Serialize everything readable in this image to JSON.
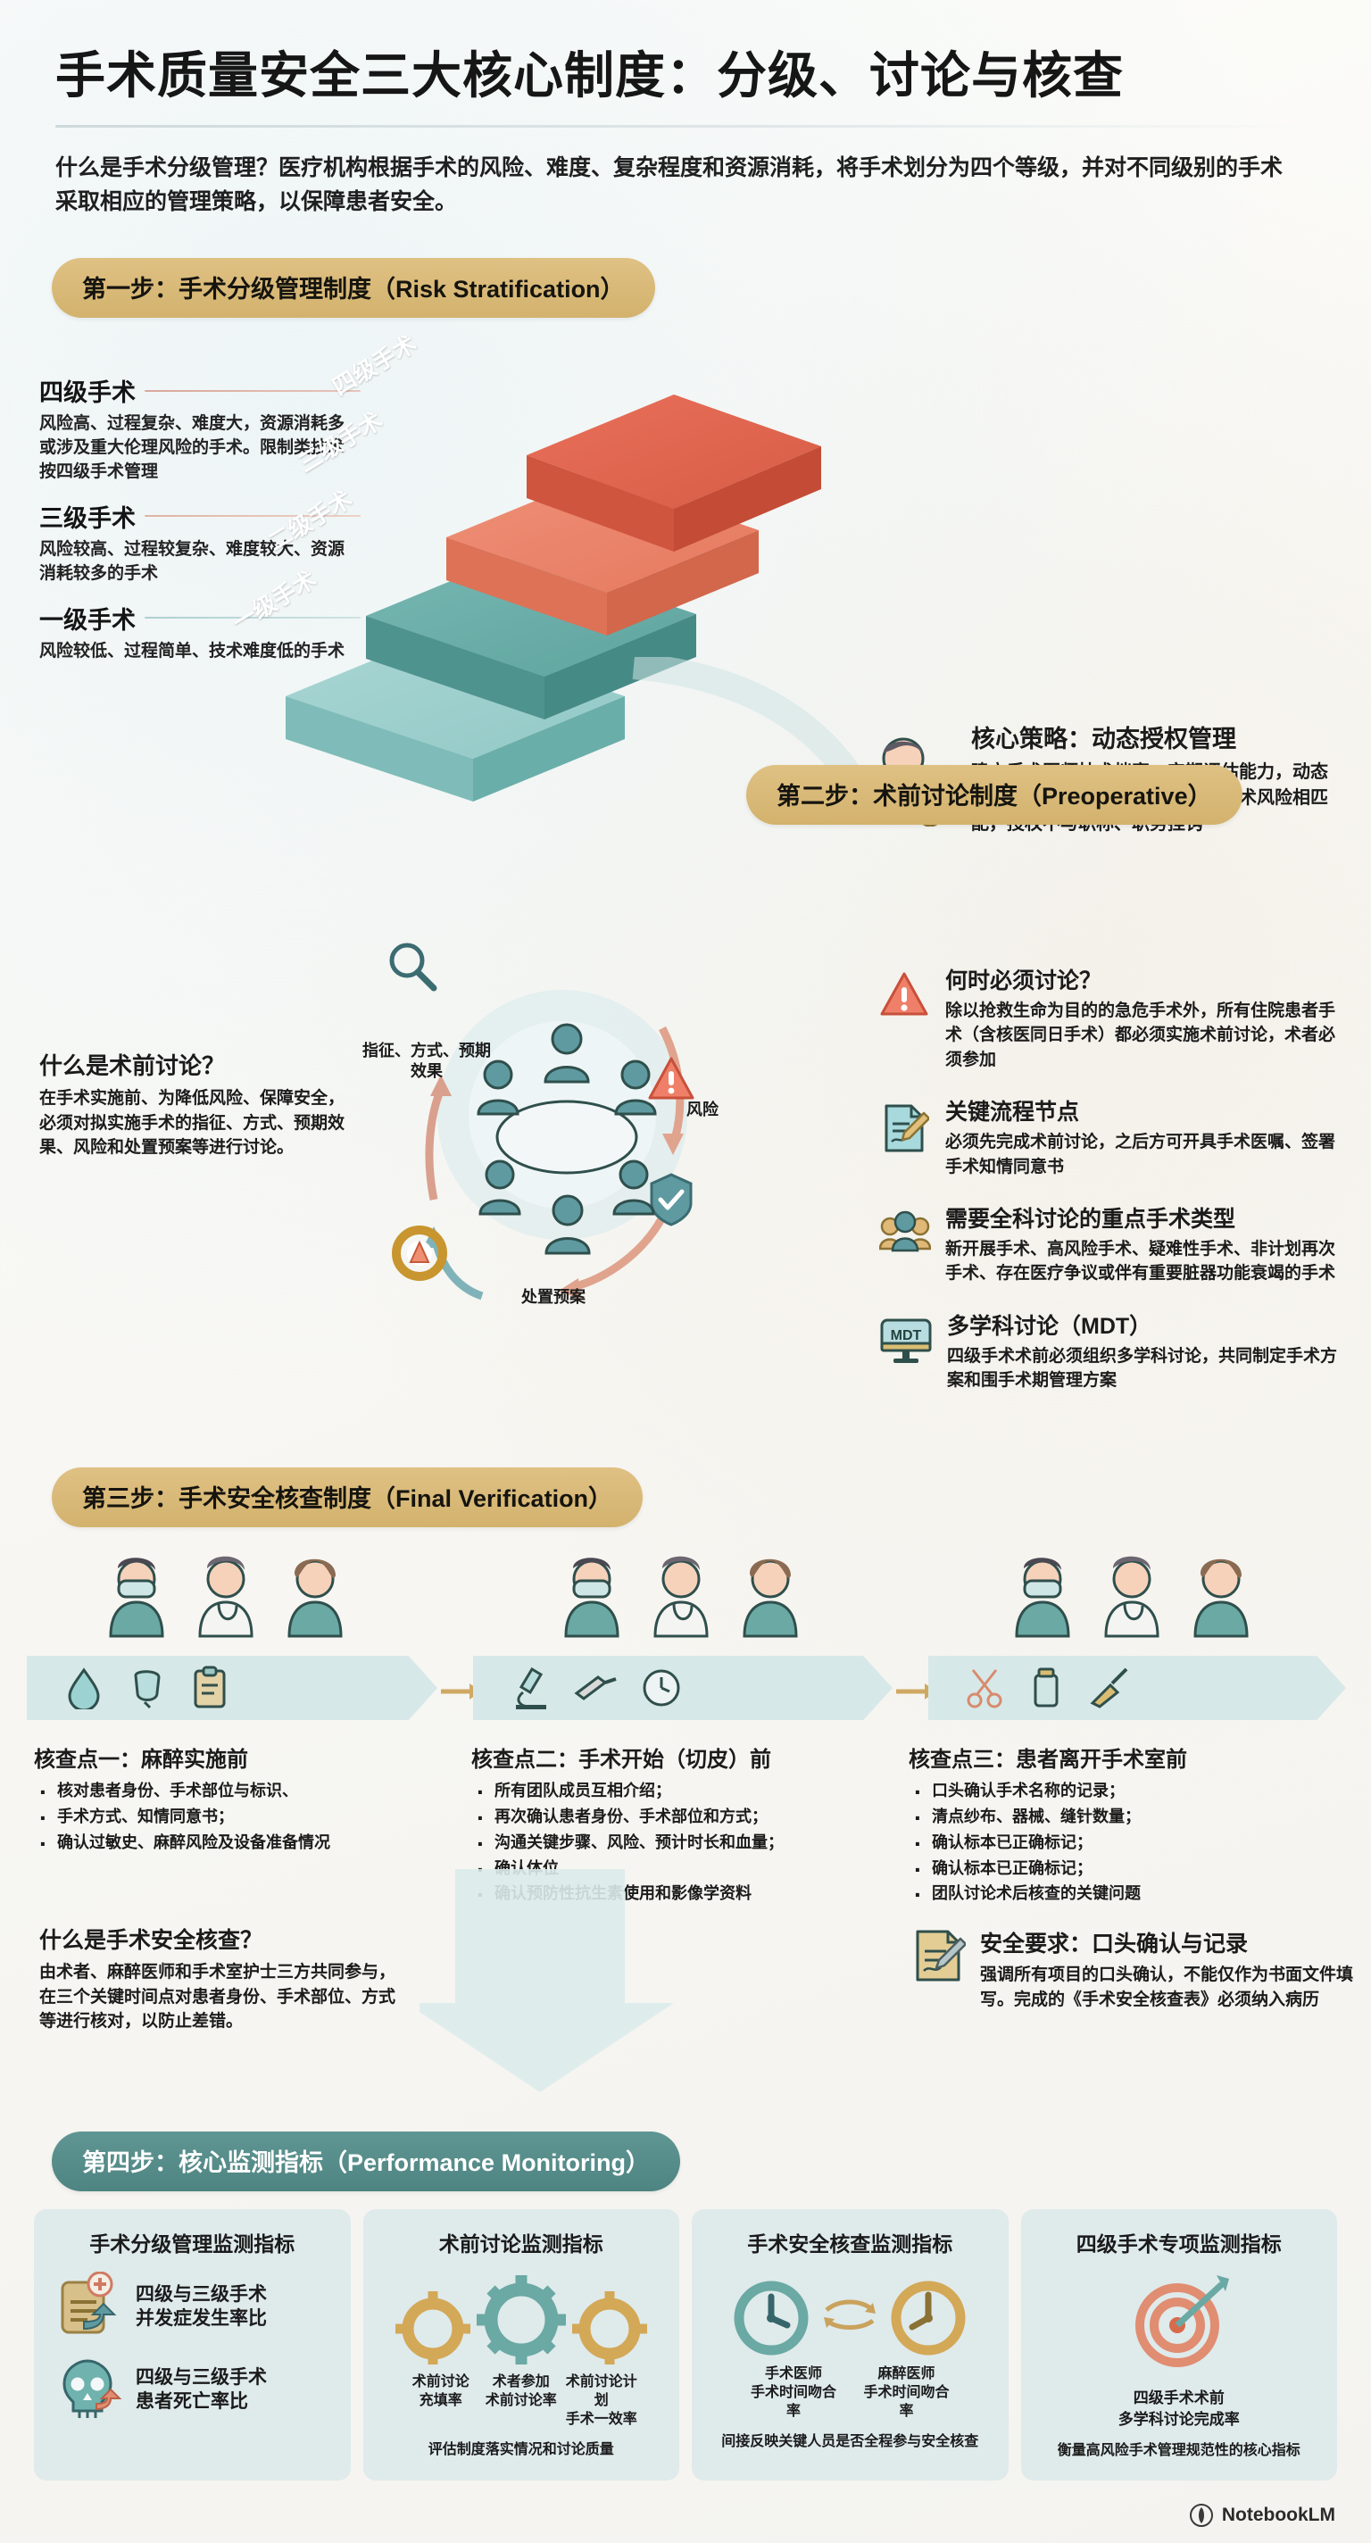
{
  "header": {
    "title": "手术质量安全三大核心制度：分级、讨论与核查",
    "intro": "什么是手术分级管理？医疗机构根据手术的风险、难度、复杂程度和资源消耗，将手术划分为四个等级，并对不同级别的手术采取相应的管理策略，以保障患者安全。"
  },
  "step1": {
    "pill": "第一步：手术分级管理制度（Risk Stratification）",
    "grades": [
      {
        "name": "四级手术",
        "desc": "风险高、过程复杂、难度大，资源消耗多或涉及重大伦理风险的手术。限制类技术按四级手术管理",
        "stair_label": "四级手术",
        "color": "#e06a52"
      },
      {
        "name": "三级手术",
        "desc": "风险较高、过程较复杂、难度较大、资源消耗较多的手术",
        "stair_label": "三级手术",
        "color": "#ea8870"
      },
      {
        "name": "二级手术",
        "desc": "",
        "stair_label": "二级手术",
        "color": "#6fb0ac"
      },
      {
        "name": "一级手术",
        "desc": "风险较低、过程简单、技术难度低的手术",
        "stair_label": "一级手术",
        "color": "#9fd0ce"
      }
    ],
    "core_strategy": {
      "title": "核心策略：动态授权管理",
      "desc": "建立手术医师技术档案，定期评估能力，动态调整手术权限，确保医师能力与手术风险相匹配，授权不与职称、职务挂钩"
    }
  },
  "step2": {
    "pill": "第二步：术前讨论制度（Preoperative）",
    "what_is": {
      "title": "什么是术前讨论？",
      "desc": "在手术实施前、为降低风险、保障安全，必须对拟实施手术的指征、方式、预期效果、风险和处置预案等进行讨论。"
    },
    "ring_labels": {
      "top": "指征、方式、预期效果",
      "right": "风险",
      "bottom": "处置预案"
    },
    "items": [
      {
        "icon": "warning-triangle-icon",
        "title": "何时必须讨论？",
        "desc": "除以抢救生命为目的的急危手术外，所有住院患者手术（含核医同日手术）都必须实施术前讨论，术者必须参加"
      },
      {
        "icon": "document-pen-icon",
        "title": "关键流程节点",
        "desc": "必须先完成术前讨论，之后方可开具手术医嘱、签署手术知情同意书"
      },
      {
        "icon": "group-people-icon",
        "title": "需要全科讨论的重点手术类型",
        "desc": "新开展手术、高风险手术、疑难性手术、非计划再次手术、存在医疗争议或伴有重要脏器功能衰竭的手术"
      },
      {
        "icon": "mdt-monitor-icon",
        "title": "多学科讨论（MDT）",
        "desc": "四级手术术前必须组织多学科讨论，共同制定手术方案和围手术期管理方案"
      }
    ]
  },
  "step3": {
    "pill": "第三步：手术安全核查制度（Final Verification）",
    "band_icons": [
      [
        "blood-drop-icon",
        "anesthesia-mask-icon",
        "clipboard-icon"
      ],
      [
        "microscope-icon",
        "scalpel-icon",
        "clock-icon"
      ],
      [
        "scissors-icon",
        "specimen-jar-icon",
        "syringe-icon"
      ]
    ],
    "checkpoints": [
      {
        "title": "核查点一：麻醉实施前",
        "items": [
          "核对患者身份、手术部位与标识、",
          "手术方式、知情同意书；",
          "确认过敏史、麻醉风险及设备准备情况"
        ]
      },
      {
        "title": "核查点二：手术开始（切皮）前",
        "items": [
          "所有团队成员互相介绍；",
          "再次确认患者身份、手术部位和方式；",
          "沟通关键步骤、风险、预计时长和血量；",
          "确认体位",
          "确认预防性抗生素使用和影像学资料"
        ]
      },
      {
        "title": "核查点三：患者离开手术室前",
        "items": [
          "口头确认手术名称的记录；",
          "清点纱布、器械、缝针数量；",
          "确认标本已正确标记；",
          "确认标本已正确标记；",
          "团队讨论术后核查的关键问题"
        ]
      }
    ],
    "what_is": {
      "title": "什么是手术安全核查？",
      "desc": "由术者、麻醉医师和手术室护士三方共同参与，在三个关键时间点对患者身份、手术部位、方式等进行核对，以防止差错。"
    },
    "safety_req": {
      "title": "安全要求：口头确认与记录",
      "desc": "强调所有项目的口头确认，不能仅作为书面文件填写。完成的《手术安全核查表》必须纳入病历"
    }
  },
  "step4": {
    "pill": "第四步：核心监测指标（Performance Monitoring）",
    "cards": [
      {
        "title": "手术分级管理监测指标",
        "type": "rows",
        "rows": [
          {
            "icon": "medical-record-icon",
            "label": "四级与三级手术\n并发症发生率比"
          },
          {
            "icon": "skull-icon",
            "label": "四级与三级手术\n患者死亡率比"
          }
        ]
      },
      {
        "title": "术前讨论监测指标",
        "type": "gears",
        "labels": [
          "术前讨论\n充填率",
          "术者参加\n术前讨论率",
          "术前讨论计划\n手术一效率"
        ],
        "note": "评估制度落实情况和讨论质量"
      },
      {
        "title": "手术安全核查监测指标",
        "type": "clocks",
        "labels": [
          "手术医师\n手术时间吻合率",
          "麻醉医师\n手术时间吻合率"
        ],
        "note": "间接反映关键人员是否全程参与安全核查"
      },
      {
        "title": "四级手术专项监测指标",
        "type": "target",
        "center_title": "四级手术术前\n多学科讨论完成率",
        "note": "衡量高风险手术管理规范性的核心指标"
      }
    ]
  },
  "footer": {
    "brand": "NotebookLM"
  },
  "colors": {
    "gold": "#d3b26d",
    "teal": "#4e8481",
    "red": "#e06a52",
    "light_teal": "#9fd0ce",
    "card_bg": "#dfeaeb"
  }
}
